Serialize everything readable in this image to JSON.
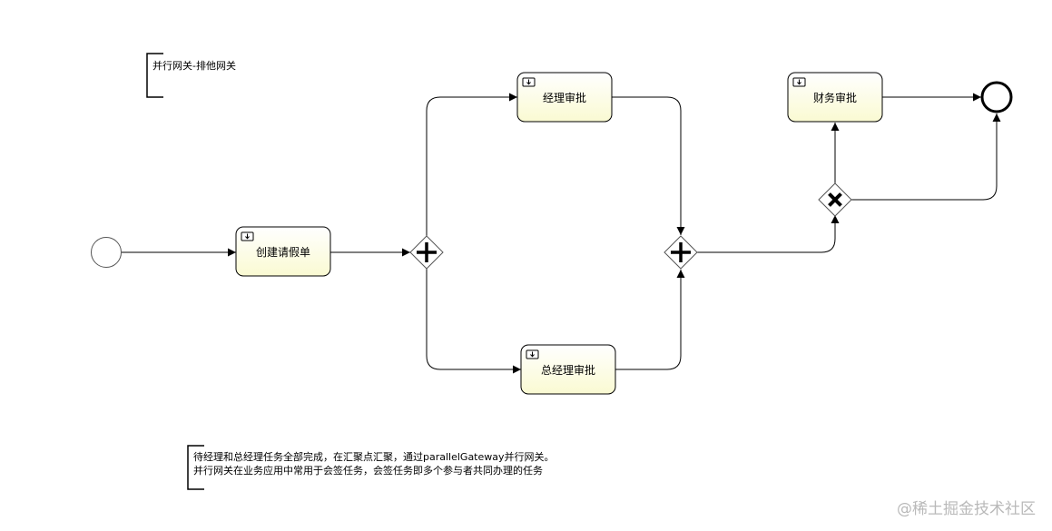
{
  "annotations": {
    "title": "并行网关-排他网关",
    "note_line1": "待经理和总经理任务全部完成，在汇聚点汇聚，通过parallelGateway并行网关。",
    "note_line2": "并行网关在业务应用中常用于会签任务，会签任务即多个参与者共同办理的任务"
  },
  "tasks": {
    "create_leave": "创建请假单",
    "manager_approval": "经理审批",
    "general_manager_approval": "总经理审批",
    "finance_approval": "财务审批"
  },
  "icons": {
    "task_type": "user-task-icon",
    "parallel_gateway": "plus-icon",
    "exclusive_gateway": "x-icon"
  },
  "colors": {
    "task_fill_top": "#ffffff",
    "task_fill_bottom": "#fafad2",
    "stroke": "#000000",
    "watermark": "#b9b9b9"
  },
  "watermark": "@稀土掘金技术社区"
}
